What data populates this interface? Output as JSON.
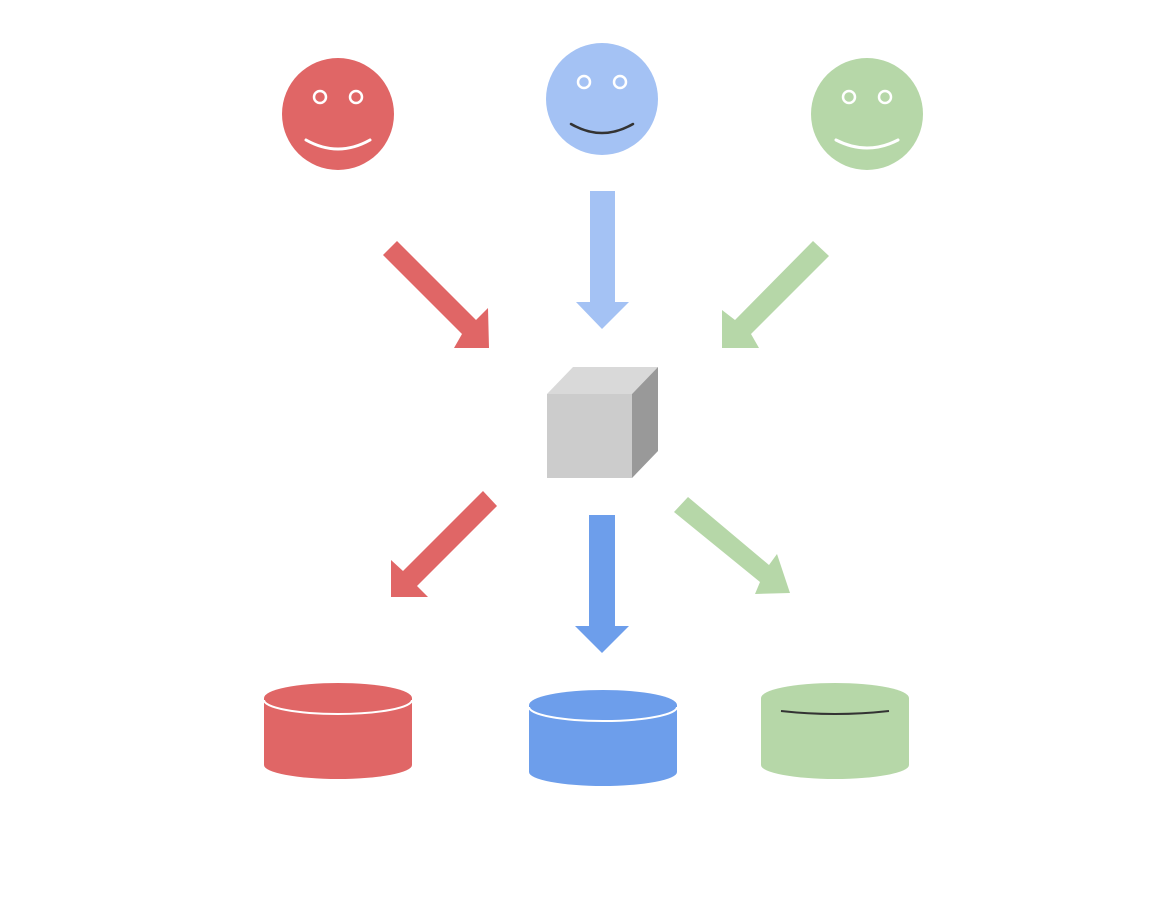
{
  "diagram": {
    "colors": {
      "red": "#e06666",
      "blue_light": "#a4c2f4",
      "blue": "#6d9eeb",
      "green": "#b6d7a8",
      "cube_front": "#cccccc",
      "cube_top": "#d9d9d9",
      "cube_side": "#999999",
      "face_feature": "#ffffff"
    },
    "users": [
      {
        "name": "user-red",
        "color": "red",
        "icon": "smiley-face-icon"
      },
      {
        "name": "user-blue",
        "color": "blue_light",
        "icon": "smiley-face-icon"
      },
      {
        "name": "user-green",
        "color": "green",
        "icon": "smiley-face-icon"
      }
    ],
    "hub": {
      "icon": "cube-icon"
    },
    "stores": [
      {
        "name": "database-red",
        "color": "red",
        "icon": "database-cylinder-icon"
      },
      {
        "name": "database-blue",
        "color": "blue",
        "icon": "database-cylinder-icon"
      },
      {
        "name": "database-green",
        "color": "green",
        "icon": "database-cylinder-icon"
      }
    ],
    "arrows_in": [
      {
        "from": "user-red",
        "to": "hub",
        "color": "red"
      },
      {
        "from": "user-blue",
        "to": "hub",
        "color": "blue_light"
      },
      {
        "from": "user-green",
        "to": "hub",
        "color": "green"
      }
    ],
    "arrows_out": [
      {
        "from": "hub",
        "to": "database-red",
        "color": "red"
      },
      {
        "from": "hub",
        "to": "database-blue",
        "color": "blue"
      },
      {
        "from": "hub",
        "to": "database-green",
        "color": "green"
      }
    ]
  }
}
